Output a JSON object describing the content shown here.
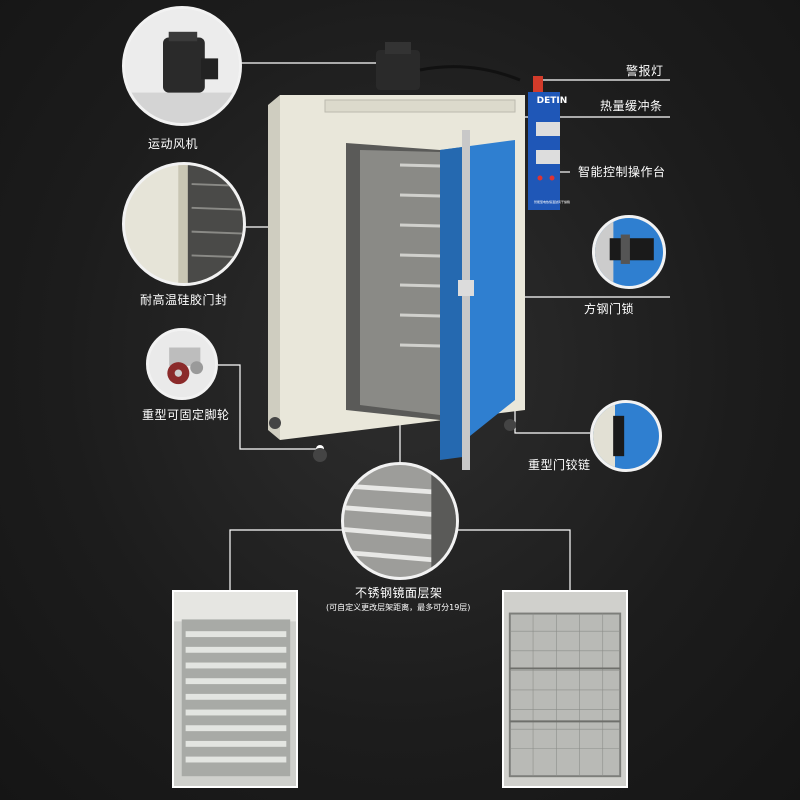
{
  "callouts": {
    "motor_fan": "运动风机",
    "silicone_seal": "耐高温硅胶门封",
    "casters": "重型可固定脚轮",
    "alarm_light": "警报灯",
    "heat_buffer": "热量缓冲条",
    "control_panel": "智能控制操作台",
    "door_lock": "方钢门锁",
    "door_hinge": "重型门铰链",
    "shelf_title": "不锈钢镜面层架",
    "shelf_note": "(可自定义更改层架距离，最多可分19层)"
  },
  "oven": {
    "brand": "DETIN",
    "panel_caption": "智能型电热恒温鼓风干燥箱"
  },
  "colors": {
    "door_blue": "#2f7fd0",
    "body_cream": "#e9e7da",
    "background": "#1e1e1e",
    "line": "#ffffff"
  }
}
